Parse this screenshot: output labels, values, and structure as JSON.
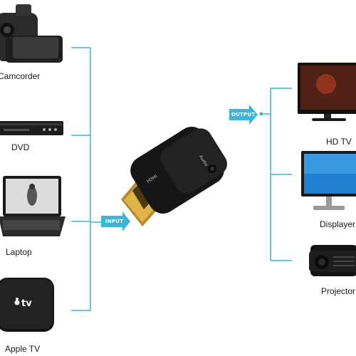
{
  "inputs": [
    {
      "label": "Camcorder",
      "icon": "camcorder-icon"
    },
    {
      "label": "DVD",
      "icon": "dvd-player-icon"
    },
    {
      "label": "Laptop",
      "icon": "laptop-icon"
    },
    {
      "label": "Apple TV",
      "icon": "apple-tv-icon"
    }
  ],
  "outputs": [
    {
      "label": "HD TV",
      "icon": "hd-tv-icon"
    },
    {
      "label": "Displayer",
      "icon": "monitor-icon"
    },
    {
      "label": "Projector",
      "icon": "projector-icon"
    }
  ],
  "arrows": {
    "input": "INPUT",
    "output": "OUTPUT"
  },
  "adapter": {
    "port_hdmi": "HDMI",
    "port_audio": "Audio"
  },
  "appletv_badge": "tv",
  "colors": {
    "line": "#3cb6d6",
    "arrow": "#3cb6d6",
    "device": "#1b1b1b"
  }
}
